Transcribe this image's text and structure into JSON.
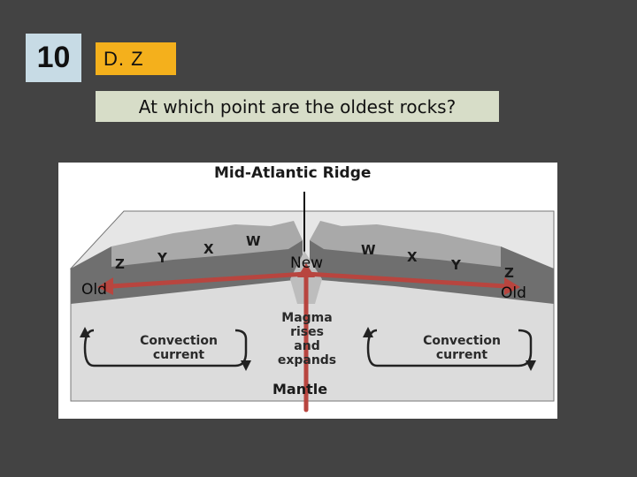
{
  "slide": {
    "number": "10",
    "answer": "D.  Z",
    "question": "At which point are the oldest rocks?"
  },
  "diagram": {
    "title": "Mid-Atlantic Ridge",
    "left_points": [
      "Z",
      "Y",
      "X",
      "W"
    ],
    "right_points": [
      "W",
      "X",
      "Y",
      "Z"
    ],
    "arrow_labels": {
      "new": "New",
      "old_left": "Old",
      "old_right": "Old"
    },
    "magma_text": [
      "Magma",
      "rises",
      "and",
      "expands"
    ],
    "convection_left": [
      "Convection",
      "current"
    ],
    "convection_right": [
      "Convection",
      "current"
    ],
    "mantle": "Mantle",
    "colors": {
      "arrow": "#b8453f",
      "crust": "#6d6d6d",
      "mantle": "#d9d9d9",
      "background": "#434343"
    }
  }
}
